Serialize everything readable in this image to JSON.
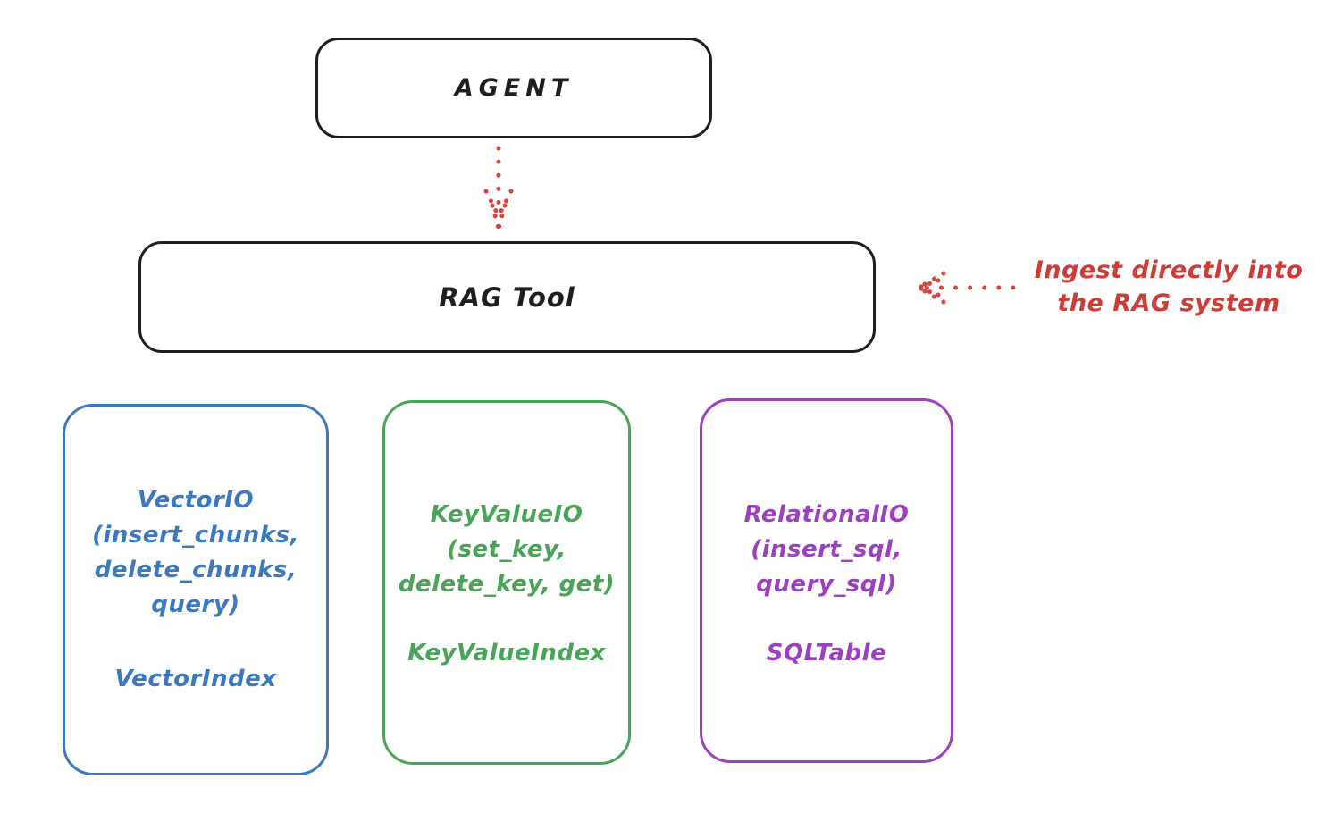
{
  "colors": {
    "ink": "#1e1e1e",
    "red": "#d6453f",
    "red_text": "#cf3b36"
  },
  "agent": {
    "label": "AGENT"
  },
  "rag_tool": {
    "label": "RAG Tool"
  },
  "annotation": {
    "lines": [
      "Ingest directly into",
      "the RAG system"
    ]
  },
  "arrows": [
    {
      "name": "agent-to-rag-tool",
      "style": "dotted",
      "direction": "down"
    },
    {
      "name": "annotation-to-rag-tool",
      "style": "dotted",
      "direction": "left"
    }
  ],
  "stores": [
    {
      "name": "vector-io",
      "color": "#3a78c2",
      "lines": [
        "VectorIO",
        "(insert_chunks,",
        "delete_chunks,",
        "query)"
      ],
      "index": "VectorIndex"
    },
    {
      "name": "keyvalue-io",
      "color": "#4aa457",
      "lines": [
        "KeyValueIO",
        "(set_key,",
        "delete_key, get)"
      ],
      "index": "KeyValueIndex"
    },
    {
      "name": "relational-io",
      "color": "#9d3fc3",
      "lines": [
        "RelationalIO",
        "(insert_sql,",
        "query_sql)"
      ],
      "index": "SQLTable"
    }
  ]
}
